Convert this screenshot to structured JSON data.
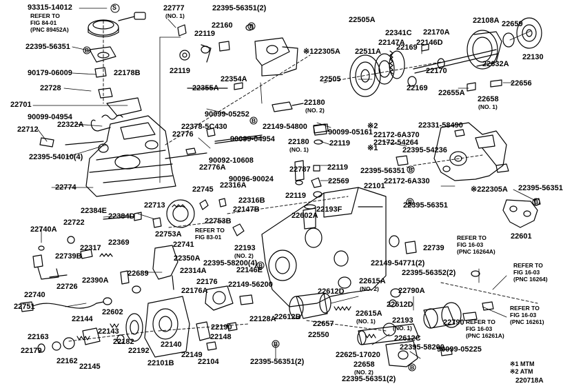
{
  "labels": {
    "p93315": "93315-14012",
    "p22777": "22777",
    "p22777_note": "(NO. 1)",
    "p22395_56351_2_top": "22395-56351(2)",
    "p22505A": "22505A",
    "p22341C": "22341C",
    "p22170A": "22170A",
    "p22108A": "22108A",
    "p22659": "22659",
    "p22119_top": "22119",
    "p22160": "22160",
    "p22147A": "22147A",
    "p22146D": "22146D",
    "p22169_top": "22169",
    "p22511A": "22511A",
    "p22130": "22130",
    "p22632A": "22632A",
    "p22395_56351_left": "22395-56351",
    "p122305A": "※122305A",
    "p22119_mid": "22119",
    "p22170": "22170",
    "p90179": "90179-06009",
    "p22178B": "22178B",
    "p22354A": "22354A",
    "p22505": "22505",
    "p22169_low": "22169",
    "p22655A": "22655A",
    "p22656": "22656",
    "p22728": "22728",
    "p22355A": "22355A",
    "p22658_top": "22658",
    "p22658_top_note": "(NO. 1)",
    "p22701": "22701",
    "p22180_top": "22180",
    "p22180_top_note": "(NO. 2)",
    "p90099_04954_top": "90099-04954",
    "p22322A": "22322A",
    "p90099_05252": "90099-05252",
    "p22378": "22378-5C430",
    "p22149_54800": "22149-54800",
    "p90099_05161": "90099-05161",
    "p22331": "22331-58490",
    "p22712": "22712",
    "p22776": "22776",
    "p90099_04954_mid": "90099-04954",
    "p22180_mid": "22180",
    "p22180_mid_note": "(NO. 1)",
    "p22119_r": "22119",
    "p22172_6A370": "22172-6A370",
    "p22172_54264": "22172-54264",
    "p22395_54236": "22395-54236",
    "p22395_54010": "22395-54010(4)",
    "p90092_10608": "90092-10608",
    "p22776A": "22776A",
    "p22787": "22787",
    "p22119_c": "22119",
    "p22395_56351_r": "22395-56351",
    "p90096_90024": "90096-90024",
    "p22569": "22569",
    "p22172_6A330": "22172-6A330",
    "p22395_56351_far": "22395-56351",
    "p22774": "22774",
    "p22745": "22745",
    "p22316A": "22316A",
    "p22101": "22101",
    "p22305A": "※222305A",
    "p22119_low": "22119",
    "p22316B": "22316B",
    "p22395_56351_rr": "22395-56351",
    "p22384E": "22384E",
    "p22713": "22713",
    "p22147B": "22147B",
    "p22193F": "22193F",
    "p22384D": "22384D",
    "p22753B": "22753B",
    "p22602A": "22602A",
    "p22722": "22722",
    "p22740A": "22740A",
    "p22753A": "22753A",
    "p22741": "22741",
    "p22193_2": "22193",
    "p22193_2_note": "(NO. 2)",
    "p22601": "22601",
    "p22739B": "22739B",
    "p22317": "22317",
    "p22369": "22369",
    "p22739": "22739",
    "p22350A": "22350A",
    "p22395_58200_4": "22395-58200(4)",
    "p22146E": "22146E",
    "p22149_54771": "22149-54771(2)",
    "p22395_56352": "22395-56352(2)",
    "p22390A": "22390A",
    "p22314A": "22314A",
    "p22689": "22689",
    "p22176": "22176",
    "p22740": "22740",
    "p22726": "22726",
    "p22176A": "22176A",
    "p22149_56200": "22149-56200",
    "p22615A_2": "22615A",
    "p22615A_2_note": "(NO. 2)",
    "p22790A": "22790A",
    "p22612D": "22612D",
    "p22751": "22751",
    "p22602": "22602",
    "p22128A": "22128A",
    "p22612B": "22612B",
    "p22657": "22657",
    "p22615A_1": "22615A",
    "p22615A_1_note": "(NO. 1)",
    "p22612D_b": "22612D",
    "p22144": "22144",
    "p22190": "22190",
    "p22550": "22550",
    "p22193_1": "22193",
    "p22193_1_note": "(NO. 1)",
    "p22790": "22790",
    "p22163": "22163",
    "p22143": "22143",
    "p22182": "22182",
    "p22140": "22140",
    "p22149": "22149",
    "p22148": "22148",
    "p22612C": "22612C",
    "p22179": "22179",
    "p22162": "22162",
    "p22145": "22145",
    "p22192": "22192",
    "p22101B": "22101B",
    "p22104": "22104",
    "p22395_56351_2_bot": "22395-56351(2)",
    "p22625": "22625-17020",
    "p22395_58200": "22395-58200",
    "p90099_05225": "90099-05225",
    "p22658_bot": "22658",
    "p22658_bot_note": "(NO. 2)",
    "p22395_56351_2_bot2": "22395-56351(2)"
  },
  "callouts": {
    "s_badge": "S",
    "b_badge": "B",
    "note_star2": "※2",
    "note_star1": "※1"
  },
  "references": {
    "ref_84_01": "REFER TO\nFIG 84-01\n(PNC 89452A)",
    "ref_83_01": "REFER TO\nFIG 83-01",
    "ref_16_03_a": "REFER TO\nFIG 16-03\n(PNC 16264A)",
    "ref_16_03_b": "REFER TO\nFIG 16-03\n(PNC 16264)",
    "ref_16_03_c": "REFER TO\nFIG 16-03\n(PNC 16261)",
    "ref_16_03_d": "REFER TO\nFIG 16-03\n(PNC 16261A)"
  },
  "legend": {
    "mtm": "※1 MTM",
    "atm": "※2 ATM"
  },
  "figure_code": "220718A"
}
